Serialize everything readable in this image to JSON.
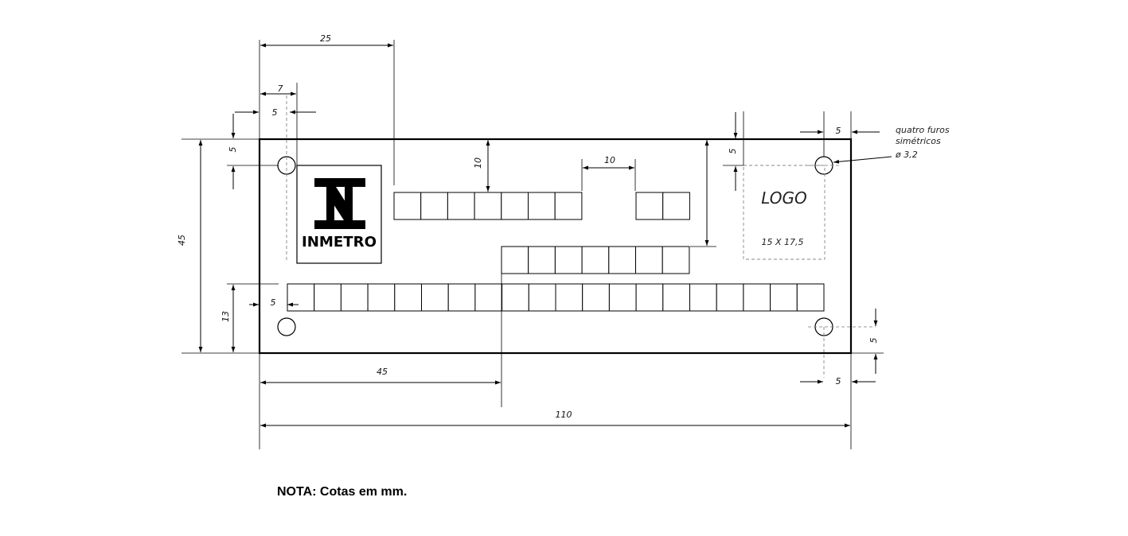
{
  "dimensions": {
    "d25": "25",
    "d7": "7",
    "d5_top_left": "5",
    "d5_left_vertical": "5",
    "d10_vertical": "10",
    "d10_horizontal": "10",
    "d5_logo": "5",
    "d5_top_right": "5",
    "d45_height": "45",
    "d13": "13",
    "d5_row_left": "5",
    "d45_width": "45",
    "d110": "110",
    "d5_bottom_right_vertical": "5",
    "d5_bottom_right_horizontal": "5"
  },
  "annotation": {
    "line1": "quatro furos",
    "line2": "simétricos",
    "line3": "ø  3,2"
  },
  "inmetro": {
    "text": "INMETRO"
  },
  "logo_area": {
    "label": "LOGO",
    "size": "15 X 17,5"
  },
  "note": "NOTA: Cotas em mm."
}
